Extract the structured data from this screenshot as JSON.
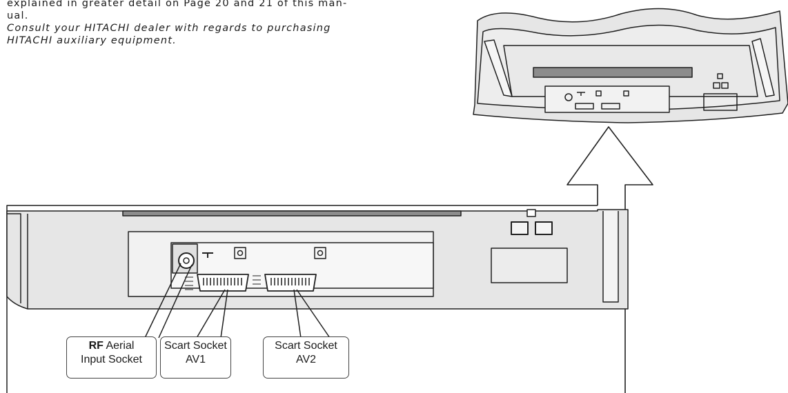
{
  "manual_text": {
    "partial_line": "explained in greater detail on Page 20 and 21 of this man-",
    "partial_line_end": "ual.",
    "note_line1": "Consult your HITACHI dealer with regards to purchasing",
    "note_line2": "HITACHI auxiliary equipment."
  },
  "callouts": [
    {
      "bold": "RF",
      "line1": " Aerial",
      "line2": "Input Socket"
    },
    {
      "bold": "",
      "line1": "Scart Socket",
      "line2": "AV1"
    },
    {
      "bold": "",
      "line1": "Scart Socket",
      "line2": "AV2"
    }
  ],
  "colors": {
    "line": "#1f1f1f",
    "housing": "#e6e6e6",
    "panel": "#f2f2f2",
    "vent": "#8c8c8c"
  }
}
